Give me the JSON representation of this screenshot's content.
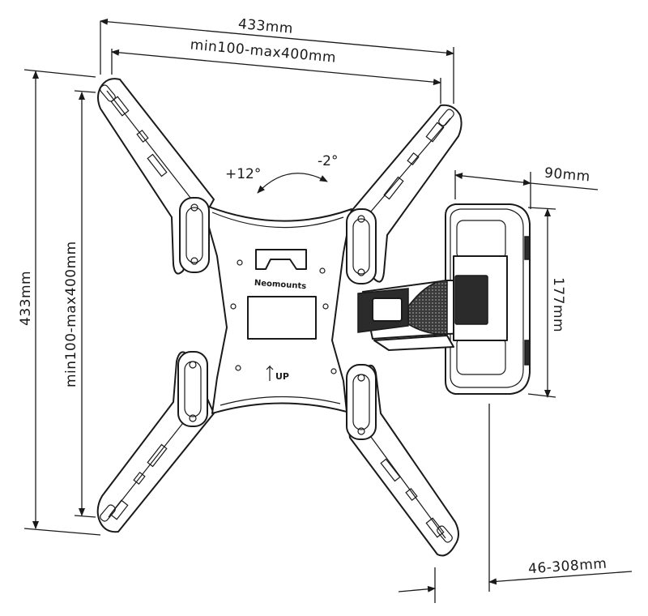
{
  "dimensions": {
    "total_width": "433mm",
    "vesa_width": "min100-max400mm",
    "total_height": "433mm",
    "vesa_height": "min100-max400mm",
    "wall_plate_width": "90mm",
    "wall_plate_height": "177mm",
    "wall_distance": "46-308mm"
  },
  "tilt": {
    "up": "+12°",
    "down": "-2°"
  },
  "labels": {
    "brand": "Neomounts",
    "up_marker": "UP"
  }
}
